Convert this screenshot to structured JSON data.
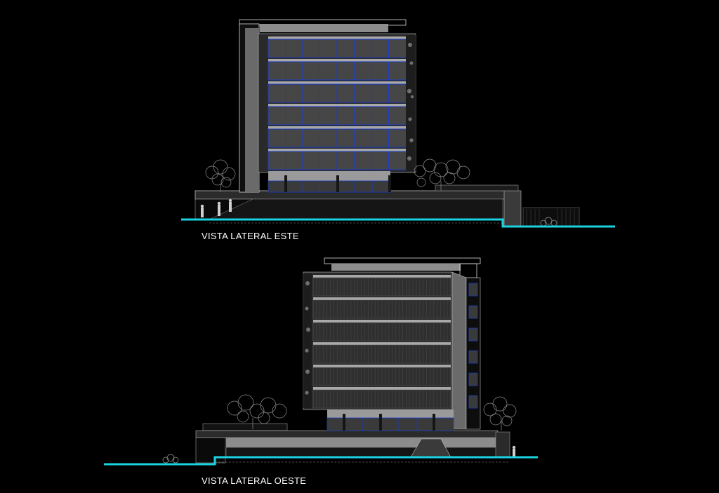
{
  "drawing": {
    "views": [
      {
        "id": "este",
        "caption": "VISTA LATERAL ESTE"
      },
      {
        "id": "oeste",
        "caption": "VISTA LATERAL OESTE"
      }
    ],
    "colors": {
      "background": "#000000",
      "ground_line": "#19d3e0",
      "facade": "#3d3d3d",
      "glazing": "#464646",
      "mullion": "#1a3cc8",
      "slab": "#a8a8a8",
      "outline": "#d9d9d9",
      "vegetation": "#8f8f8f"
    },
    "floors_per_building": 6
  }
}
